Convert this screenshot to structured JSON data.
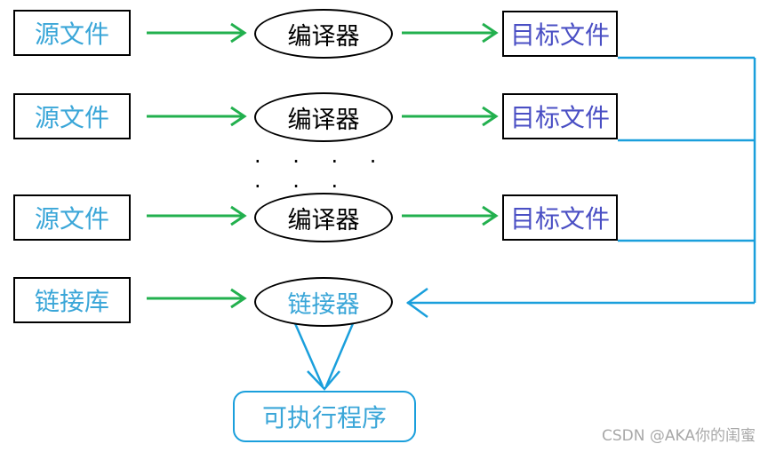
{
  "colors": {
    "green_arrow": "#22b04e",
    "blue_line": "#1a9fdc",
    "source_text": "#3aa6d8",
    "target_text": "#4a4fc4"
  },
  "rows": [
    {
      "source": "源文件",
      "process": "编译器",
      "target": "目标文件"
    },
    {
      "source": "源文件",
      "process": "编译器",
      "target": "目标文件"
    },
    {
      "source": "源文件",
      "process": "编译器",
      "target": "目标文件"
    }
  ],
  "ellipsis": "· · · · · · ·",
  "linker_row": {
    "source": "链接库",
    "process": "链接器"
  },
  "output": "可执行程序",
  "watermark": "CSDN @AKA你的闺蜜"
}
